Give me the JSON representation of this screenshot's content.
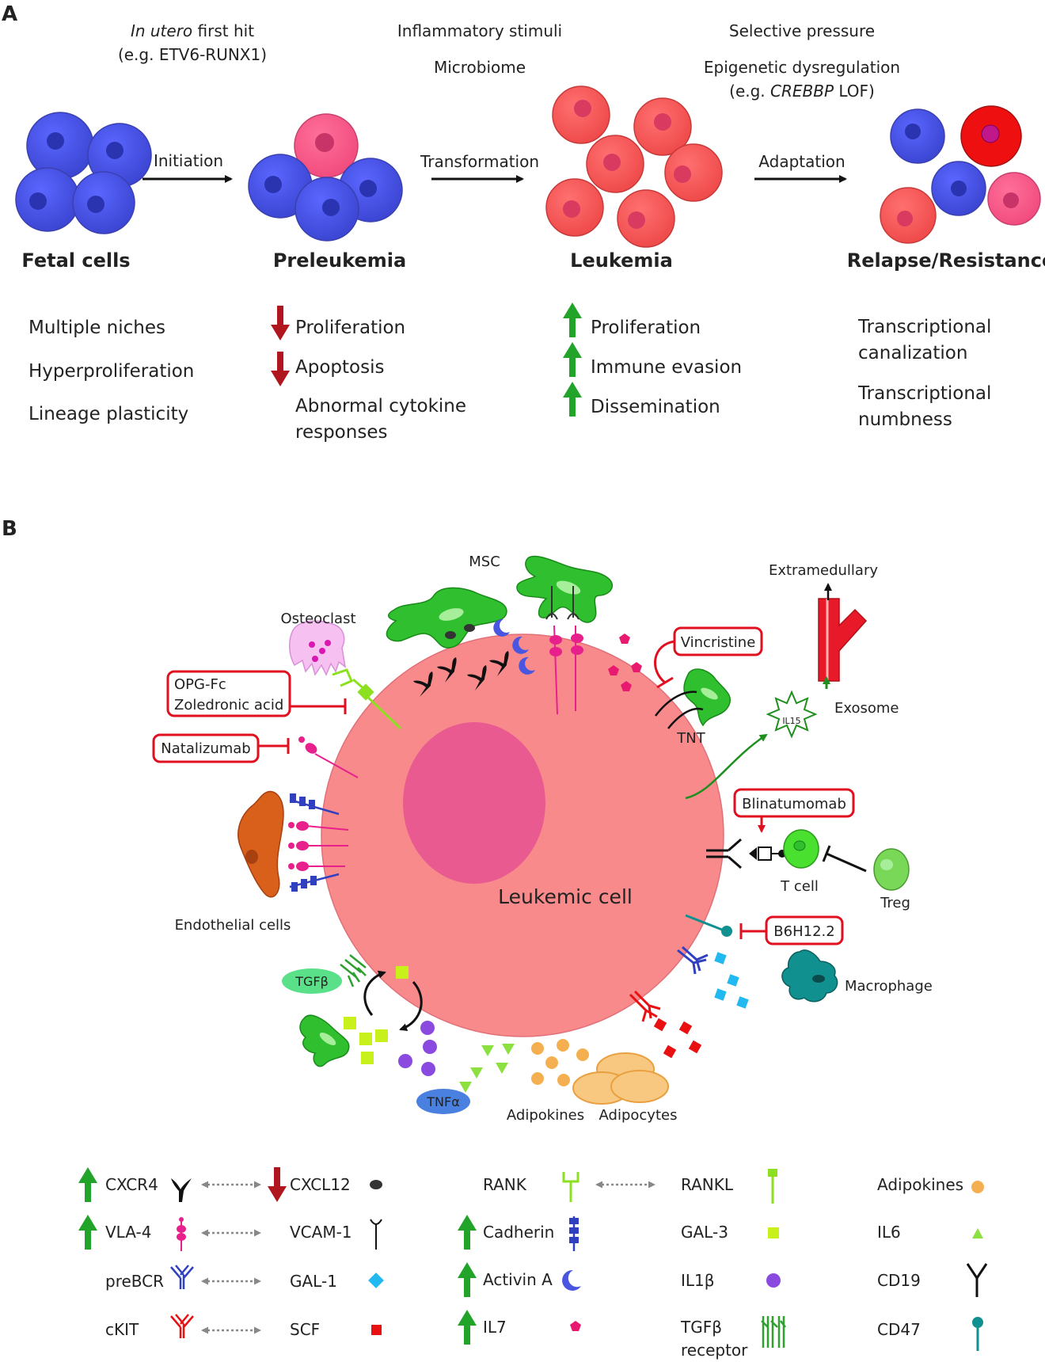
{
  "panelA": {
    "letter": "A",
    "top_labels": {
      "first_hit_italic": "In utero",
      "first_hit_rest": " first hit",
      "first_hit_example": "(e.g. ETV6-RUNX1)",
      "inflammatory": "Inflammatory stimuli",
      "microbiome": "Microbiome",
      "selective": "Selective pressure",
      "epigenetic": "Epigenetic dysregulation",
      "epigenetic_ex_pre": "(e.g. ",
      "epigenetic_ex_italic": "CREBBP",
      "epigenetic_ex_post": " LOF)"
    },
    "steps": [
      "Initiation",
      "Transformation",
      "Adaptation"
    ],
    "stages": [
      "Fetal cells",
      "Preleukemia",
      "Leukemia",
      "Relapse/Resistance"
    ],
    "fetal_features": [
      "Multiple niches",
      "Hyperproliferation",
      "Lineage plasticity"
    ],
    "preleukemia_features": [
      "Proliferation",
      "Apoptosis",
      "Abnormal cytokine",
      "responses"
    ],
    "leukemia_features": [
      "Proliferation",
      "Immune evasion",
      "Dissemination"
    ],
    "relapse_features": [
      "Transcriptional",
      "canalization",
      "Transcriptional",
      "numbness"
    ]
  },
  "panelB": {
    "letter": "B",
    "labels": {
      "msc": "MSC",
      "extramedullary": "Extramedullary",
      "osteoclast": "Osteoclast",
      "exosome": "Exosome",
      "il15": "IL15",
      "tnt": "TNT",
      "t_cell": "T cell",
      "treg": "Treg",
      "endothelial": "Endothelial cells",
      "leukemic_cell": "Leukemic cell",
      "macrophage": "Macrophage",
      "tgfb": "TGFβ",
      "tnfa": "TNFα",
      "adipokines": "Adipokines",
      "adipocytes": "Adipocytes"
    },
    "drugs": {
      "opg": "OPG-Fc",
      "zoledronic": "Zoledronic acid",
      "natalizumab": "Natalizumab",
      "vincristine": "Vincristine",
      "blinatumomab": "Blinatumomab",
      "b6h12": "B6H12.2"
    }
  },
  "legend": {
    "col1": [
      "CXCR4",
      "VLA-4",
      "preBCR",
      "cKIT"
    ],
    "col2": [
      "CXCL12",
      "VCAM-1",
      "GAL-1",
      "SCF"
    ],
    "col3": [
      "RANK",
      "Cadherin",
      "Activin A",
      "IL7"
    ],
    "col4": [
      "RANKL",
      "GAL-3",
      "IL1β",
      "TGFβ",
      "receptor"
    ],
    "col5": [
      "Adipokines",
      "IL6",
      "CD19",
      "CD47"
    ]
  },
  "colors": {
    "normal_cell": "#4a56e0",
    "preleukemic_cell": "#f25c8c",
    "leukemic_cell": "#f45a5a",
    "big_cell": "#f98a8c",
    "nucleus": "#e85a90",
    "up_arrow": "#22a32a",
    "down_arrow": "#b0161e",
    "drug_box": "#e01020",
    "msc": "#2fbf2f",
    "endothelial": "#d8601a",
    "gal3": "#c8f01a",
    "gal1": "#22b8f0",
    "il1b": "#8a4ae0",
    "scf": "#e81010",
    "adipo": "#f4b050",
    "rank": "#8ce020",
    "vla4": "#e8208c",
    "cadherin": "#3040c0"
  }
}
